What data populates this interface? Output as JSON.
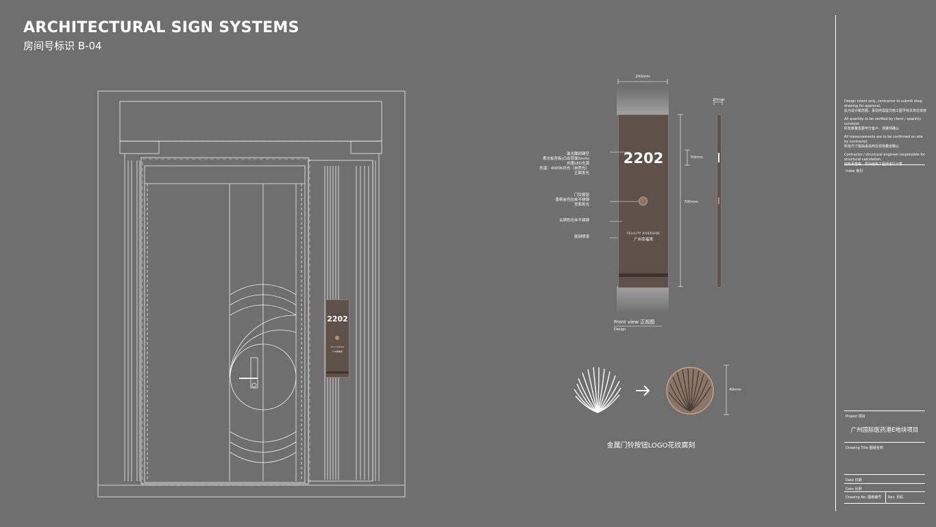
{
  "header": {
    "title": "ARCHITECTURAL SIGN SYSTEMS",
    "subtitle": "房间号标识 B-04"
  },
  "door": {
    "sign_number": "2202",
    "sign_brand_line": "FELICITY RIVERSIDE",
    "sign_brand_cn": "广州幸福湾"
  },
  "sign_detail": {
    "number": "2202",
    "brand_en": "FELICITY RIVERSIDE",
    "brand_cn": "广州幸福湾",
    "dims": {
      "width": "200mm",
      "depth": "20mm",
      "number_height": "50mm",
      "height": "700mm",
      "logo_height": "40mm"
    },
    "annotations": {
      "a1_l1": "激光雕刻镂空",
      "a1_l2": "柔光板背板(凸出背面5mm)",
      "a1_l3": "内置LED光源",
      "a1_l4": "色温：4000K白光（自然光）",
      "a1_l5": "正面发光",
      "a2_l1": "门铃按钮",
      "a2_l2": "香槟金色拉丝不锈钢",
      "a2_l3": "背面发光",
      "a3": "古铜色拉丝不锈钢",
      "a4": "腐刻喷漆"
    },
    "view_label_en": "Front view",
    "view_label_cn": "正视图",
    "design_label": "Design"
  },
  "logo_caption": "金属门铃按钮LOGO花纹腐刻",
  "title_block": {
    "notes": [
      {
        "en": "Design intent only, contractor to submit shop drawing for approval.",
        "cn": "此为设计概念图，承造商需提交施工图予有关单位批核"
      },
      {
        "en": "All quantity to be verified by client / quantity surveyor.",
        "cn": "所有数量需要甲方客户、测量师确认"
      },
      {
        "en": "All measurements are to be confirmed on site by contractor.",
        "cn": "所有尺寸需由承造商在现场量度确认"
      },
      {
        "en": "Contractor / structural engineer responsible for structural calculation.",
        "cn": "结构承重等，需由结构工程师进行计算"
      }
    ],
    "index_label": "Index",
    "index_value": "索引",
    "project_label": "Project",
    "project_label_cn": "项目",
    "project_name": "广州国际医药港E地块项目",
    "drawing_title_label": "Drawing Title",
    "drawing_title_cn": "图纸名称",
    "date_label": "Date",
    "date_cn": "日期",
    "scale_label": "Date",
    "scale_cn": "比例",
    "drawing_no_label": "Drawing No.",
    "drawing_no_cn": "图纸编号",
    "rev_label": "Rev.",
    "rev_cn": "页码"
  },
  "colors": {
    "background": "#6f6f6f",
    "sign_bronze": "#5e5149",
    "logo_bronze": "#8a7566",
    "line": "#ffffff"
  }
}
